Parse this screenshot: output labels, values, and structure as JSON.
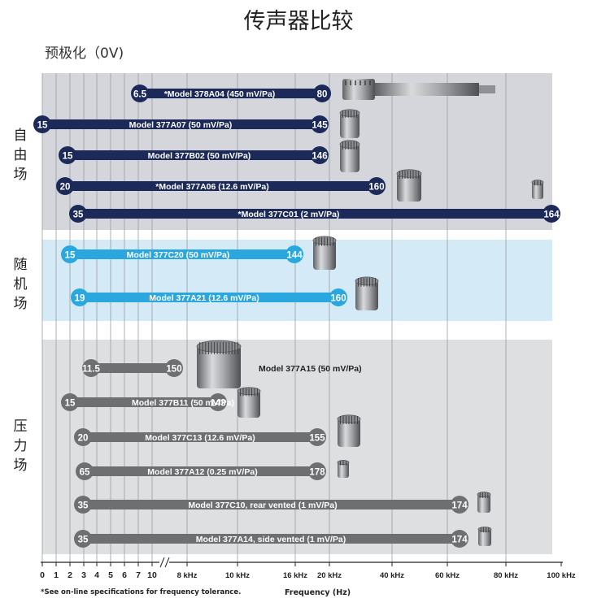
{
  "title": "传声器比较",
  "subtitle": "预极化（0V)",
  "sections": [
    {
      "id": "free",
      "label": "自由\n场"
    },
    {
      "id": "random",
      "label": "随\n机\n场"
    },
    {
      "id": "pressure",
      "label": "压\n力\n场"
    }
  ],
  "note": "*See on-line specifications for frequency tolerance.",
  "chart_data": {
    "type": "range-bar",
    "xlabel": "Frequency (Hz)",
    "x_ticks": [
      "0",
      "1",
      "2",
      "3",
      "4",
      "5",
      "6",
      "7",
      "10",
      "8 kHz",
      "10 kHz",
      "16 kHz",
      "20 kHz",
      "40 kHz",
      "60 kHz",
      "80 kHz",
      "100 kHz"
    ],
    "colors": {
      "free": "#1c2a59",
      "random": "#2aa7df",
      "pressure": "#6d6f71"
    },
    "bars": [
      {
        "section": "free",
        "label": "*Model 378A04 (450 mV/Pa)",
        "low": "6.5",
        "high": "80"
      },
      {
        "section": "free",
        "label": "Model 377A07 (50 mV/Pa)",
        "low": "15",
        "high": "145"
      },
      {
        "section": "free",
        "label": "Model 377B02 (50 mV/Pa)",
        "low": "15",
        "high": "146"
      },
      {
        "section": "free",
        "label": "*Model 377A06 (12.6 mV/Pa)",
        "low": "20",
        "high": "160"
      },
      {
        "section": "free",
        "label": "*Model 377C01 (2 mV/Pa)",
        "low": "35",
        "high": "164"
      },
      {
        "section": "random",
        "label": "Model 377C20 (50 mV/Pa)",
        "low": "15",
        "high": "144"
      },
      {
        "section": "random",
        "label": "Model 377A21 (12.6 mV/Pa)",
        "low": "19",
        "high": "160"
      },
      {
        "section": "pressure",
        "label": "Model 377A15 (50 mV/Pa)",
        "low": "11.5",
        "high": "150"
      },
      {
        "section": "pressure",
        "label": "Model 377B11  (50 mV/Pa)",
        "low": "15",
        "high": "143"
      },
      {
        "section": "pressure",
        "label": "Model 377C13 (12.6 mV/Pa)",
        "low": "20",
        "high": "155"
      },
      {
        "section": "pressure",
        "label": "Model 377A12 (0.25 mV/Pa)",
        "low": "65",
        "high": "178"
      },
      {
        "section": "pressure",
        "label": "Model 377C10, rear vented (1 mV/Pa)",
        "low": "35",
        "high": "174"
      },
      {
        "section": "pressure",
        "label": "Model 377A14, side vented (1 mV/Pa)",
        "low": "35",
        "high": "174"
      }
    ]
  }
}
